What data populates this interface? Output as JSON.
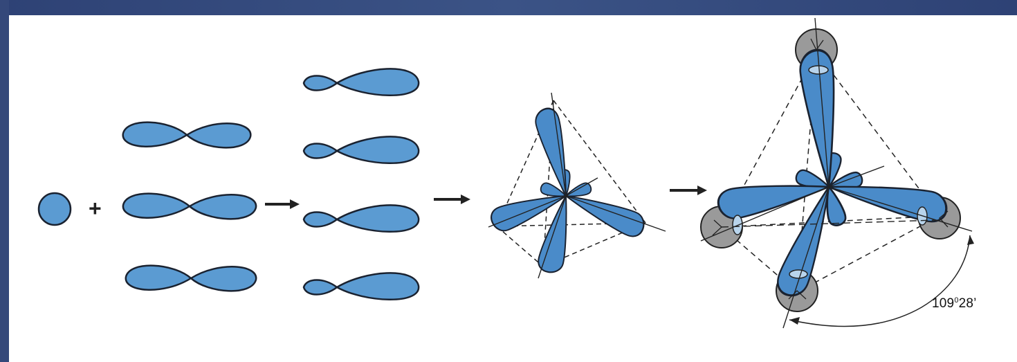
{
  "diagram": {
    "plus_symbol": "+",
    "angle_label": {
      "degrees": "109",
      "degree_mark": "0",
      "minutes": "28’"
    },
    "colors": {
      "orbital_fill": "#5b9bd2",
      "orbital_stroke": "#1a2230",
      "atom_fill": "#9a9a9a",
      "background_frame": "#34487a"
    }
  }
}
